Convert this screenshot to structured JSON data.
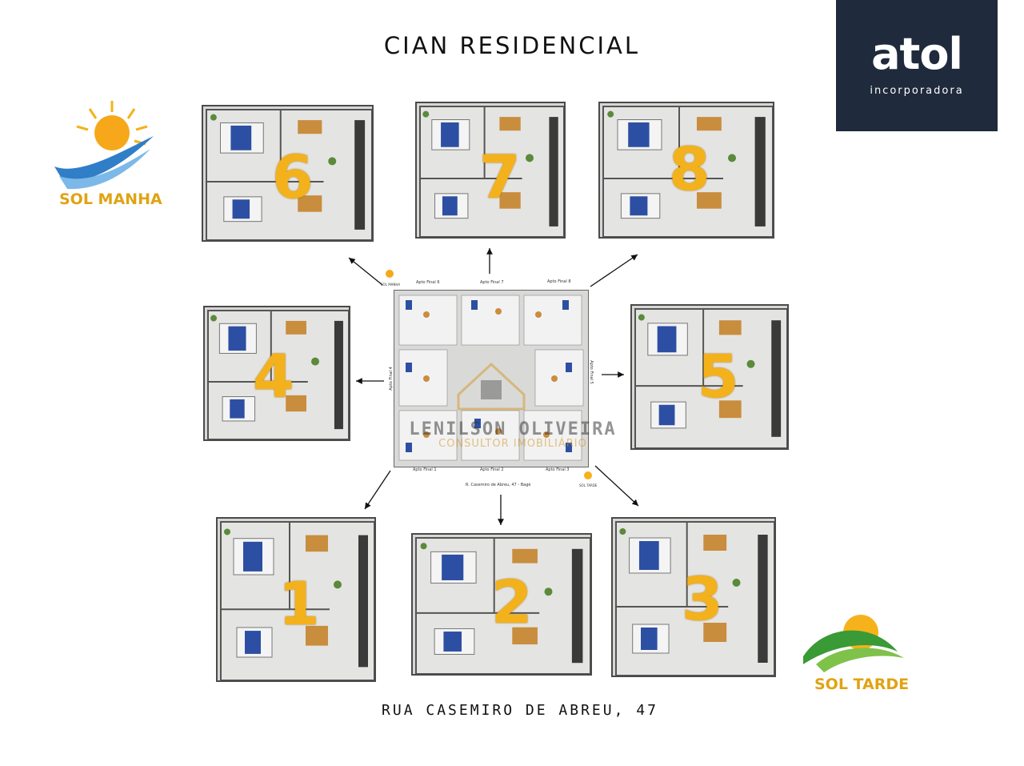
{
  "title": "CIAN RESIDENCIAL",
  "address": "RUA CASEMIRO DE ABREU, 47",
  "logo": {
    "brand": "atol",
    "subtitle": "incorporadora"
  },
  "sun_morning": "SOL MANHA",
  "sun_afternoon": "SOL TARDE",
  "watermark": {
    "name": "LENILSON OLIVEIRA",
    "role": "CONSULTOR IMOBILIÁRIO"
  },
  "site_plan": {
    "labels": {
      "final6": "Apto Final 6",
      "final7": "Apto Final 7",
      "final8": "Apto Final 8",
      "final1": "Apto Final 1",
      "final2": "Apto Final 2",
      "final3": "Apto Final 3",
      "final4": "Apto Final 4",
      "final5": "Apto Final 5",
      "street": "R. Casemiro de Abreu, 47 - Bagé",
      "sun_m": "SOL MANHA",
      "sun_t": "SOL TARDE"
    }
  },
  "apartments": [
    {
      "id": "apt-6",
      "number": "6"
    },
    {
      "id": "apt-7",
      "number": "7"
    },
    {
      "id": "apt-8",
      "number": "8"
    },
    {
      "id": "apt-4",
      "number": "4"
    },
    {
      "id": "apt-5",
      "number": "5"
    },
    {
      "id": "apt-1",
      "number": "1"
    },
    {
      "id": "apt-2",
      "number": "2"
    },
    {
      "id": "apt-3",
      "number": "3"
    }
  ],
  "colors": {
    "logo_bg": "#1f2a3c",
    "number": "#f3b21c",
    "bed": "#2d4fa3",
    "wood": "#c98d3e",
    "floor": "#d7d7d5",
    "sun_blue": "#2f7ec7",
    "sun_green": "#3a9a35",
    "sun_gold": "#e0a313"
  }
}
